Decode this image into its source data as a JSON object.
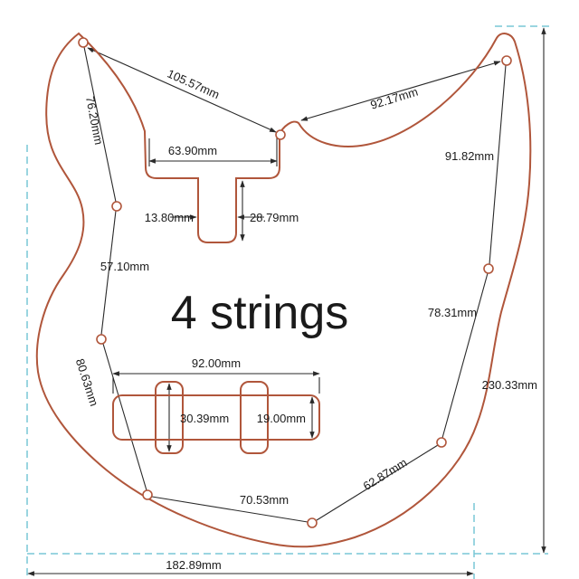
{
  "title": "4 strings",
  "colors": {
    "outline": "#b0563b",
    "guide": "#79c7d6",
    "dimension": "#2a2a2a",
    "text": "#1b1b1b",
    "background": "#ffffff"
  },
  "measurements": {
    "seg_top_left": "105.57mm",
    "seg_top_right": "92.17mm",
    "seg_horn_left": "76.20mm",
    "neck_pocket_width": "63.90mm",
    "seg_right_upper": "91.82mm",
    "truss_slot_width": "13.80mm",
    "truss_slot_depth": "28.79mm",
    "seg_left_upper": "57.10mm",
    "seg_right_lower": "78.31mm",
    "seg_left_lower": "80.63mm",
    "pickup_width": "92.00mm",
    "pickup_ear_height": "30.39mm",
    "pickup_body_height": "19.00mm",
    "seg_bottom_left": "70.53mm",
    "seg_bottom_right": "62.87mm",
    "overall_height": "230.33mm",
    "overall_width": "182.89mm"
  }
}
